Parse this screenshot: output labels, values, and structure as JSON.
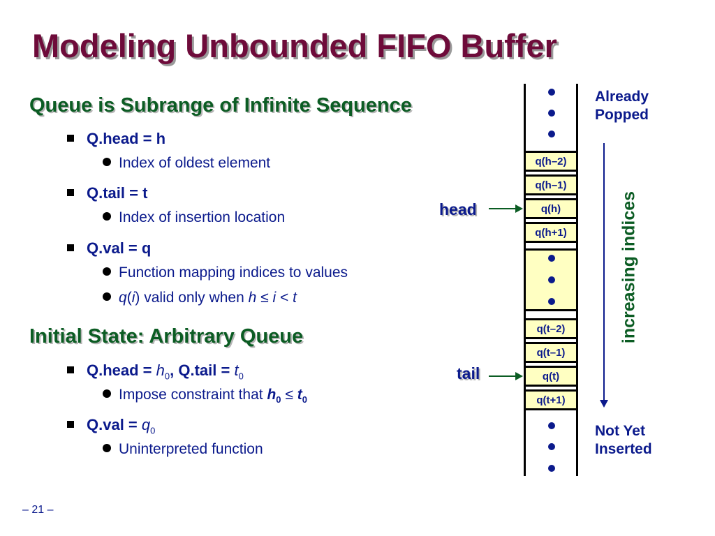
{
  "title": "Modeling Unbounded FIFO Buffer",
  "sections": [
    {
      "heading": "Queue is Subrange of Infinite Sequence",
      "items": [
        {
          "label": "Q.head = h",
          "sub": [
            "Index of oldest element"
          ]
        },
        {
          "label": "Q.tail = t",
          "sub": [
            "Index of insertion location"
          ]
        },
        {
          "label": "Q.val = q",
          "sub": [
            "Function mapping indices to values"
          ]
        }
      ],
      "valid_line": {
        "q": "q",
        "open": "(",
        "i": "i",
        "close": ")",
        "text": " valid only when ",
        "h": "h",
        "le": " ≤ ",
        "i2": "i",
        "lt": " < ",
        "t": "t"
      }
    },
    {
      "heading": "Initial State: Arbitrary Queue",
      "item1": {
        "a": "Q.head = ",
        "h": "h",
        "hsub": "0",
        "b": ", Q.tail = ",
        "t": "t",
        "tsub": "0"
      },
      "item1_sub": {
        "text": "Impose constraint that ",
        "h": "h",
        "hsub": "0",
        "le": " ≤ ",
        "t": "t",
        "tsub": "0"
      },
      "item2": {
        "a": "Q.val = ",
        "q": "q",
        "qsub": "0"
      },
      "item2_sub": "Uninterpreted function"
    }
  ],
  "diagram": {
    "cells_top": [
      "q(h–2)",
      "q(h–1)",
      "q(h)",
      "q(h+1)"
    ],
    "cells_bottom": [
      "q(t–2)",
      "q(t–1)",
      "q(t)",
      "q(t+1)"
    ],
    "head_label": "head",
    "tail_label": "tail",
    "already_popped": [
      "Already",
      "Popped"
    ],
    "not_yet_inserted": [
      "Not Yet",
      "Inserted"
    ],
    "direction_label": "increasing indices"
  },
  "page_number": "– 21 –",
  "colors": {
    "title": "#6e0b3a",
    "heading": "#0b5c23",
    "text": "#0b1a8c",
    "cell_fill": "#ffffc2"
  }
}
